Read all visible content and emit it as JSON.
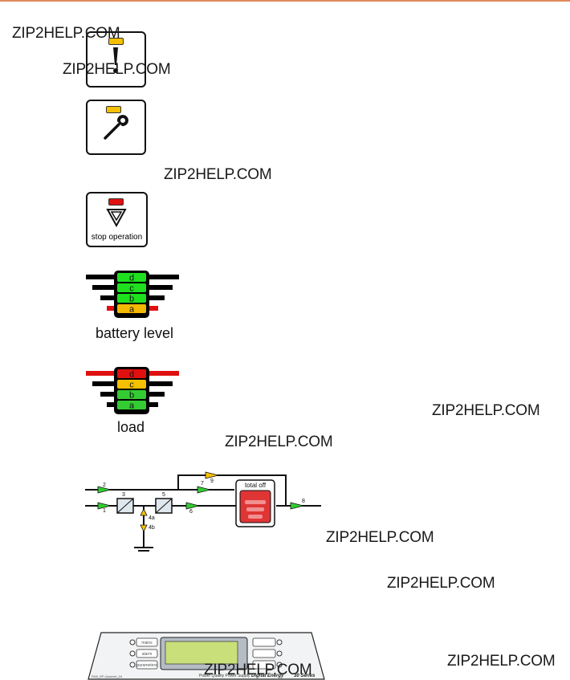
{
  "watermark": "ZIP2HELP.COM",
  "stop_operation_label": "stop operation",
  "battery_caption": "battery level",
  "load_caption": "load",
  "battery_segments": [
    "d",
    "c",
    "b",
    "a"
  ],
  "load_segments": [
    "d",
    "c",
    "b",
    "a"
  ],
  "diagram": {
    "node_labels": [
      "1",
      "2",
      "3",
      "4a",
      "4b",
      "5",
      "6",
      "7",
      "8",
      "9"
    ],
    "total_off_label": "total off"
  },
  "panel": {
    "left_buttons": [
      "mains",
      "alarm",
      "parameters"
    ],
    "brand_text": "Power Quality   Power Supply",
    "brand_model": "Digital Energy",
    "series_text": "30 Series",
    "figure_code": "RN0_RP-Assemb_04"
  }
}
